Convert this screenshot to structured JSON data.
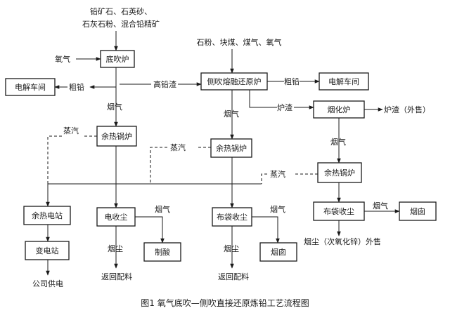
{
  "diagram": {
    "caption": "图1 氧气底吹—侧吹直接还原炼铅工艺流程图",
    "nodes": {
      "dichuilu": "底吹炉",
      "dianjie_left": "电解车间",
      "ceblu": "侧吹熔融还原炉",
      "dianjie_right": "电解车间",
      "yanhualu": "烟化炉",
      "yure1": "余热锅炉",
      "yure2": "余热锅炉",
      "yure3": "余热锅炉",
      "yure_station": "余热电站",
      "dianshouchen": "电收尘",
      "zhisuan": "制酸",
      "budaishouchen": "布袋收尘",
      "yancong1": "烟囱",
      "budaishouchen2": "布袋收尘",
      "yancong2": "烟囱",
      "biandianzhan": "变电站"
    },
    "labels": {
      "input_top_line1": "铅矿石、石英砂、",
      "input_top_line2": "石灰石粉、混合铅精矿",
      "input_right": "石粉、块煤、煤气、氧气",
      "oxygen": "氧气",
      "cuqian_left": "粗铅",
      "gaoqianzha": "高铅渣",
      "cuqian_right": "粗铅",
      "luzha": "炉渣",
      "luzha_sale": "炉渣（外售）",
      "yanqi_dichui": "烟气",
      "yanqi_ceblu": "烟气",
      "yanqi_yanhua": "烟气",
      "zhengqi_1": "蒸汽",
      "zhengqi_2": "蒸汽",
      "zhengqi_3": "蒸汽",
      "yanqi_dianshou": "烟气",
      "yanchen_dianshou": "烟尘",
      "fanhui_1": "返回配料",
      "yanqi_budai": "烟气",
      "yanchen_budai": "烟尘",
      "fanhui_2": "返回配料",
      "yanqi_budai2": "烟气",
      "yanchen_sale": "烟尘（次氧化锌）外售",
      "gongsi": "公司供电"
    }
  }
}
